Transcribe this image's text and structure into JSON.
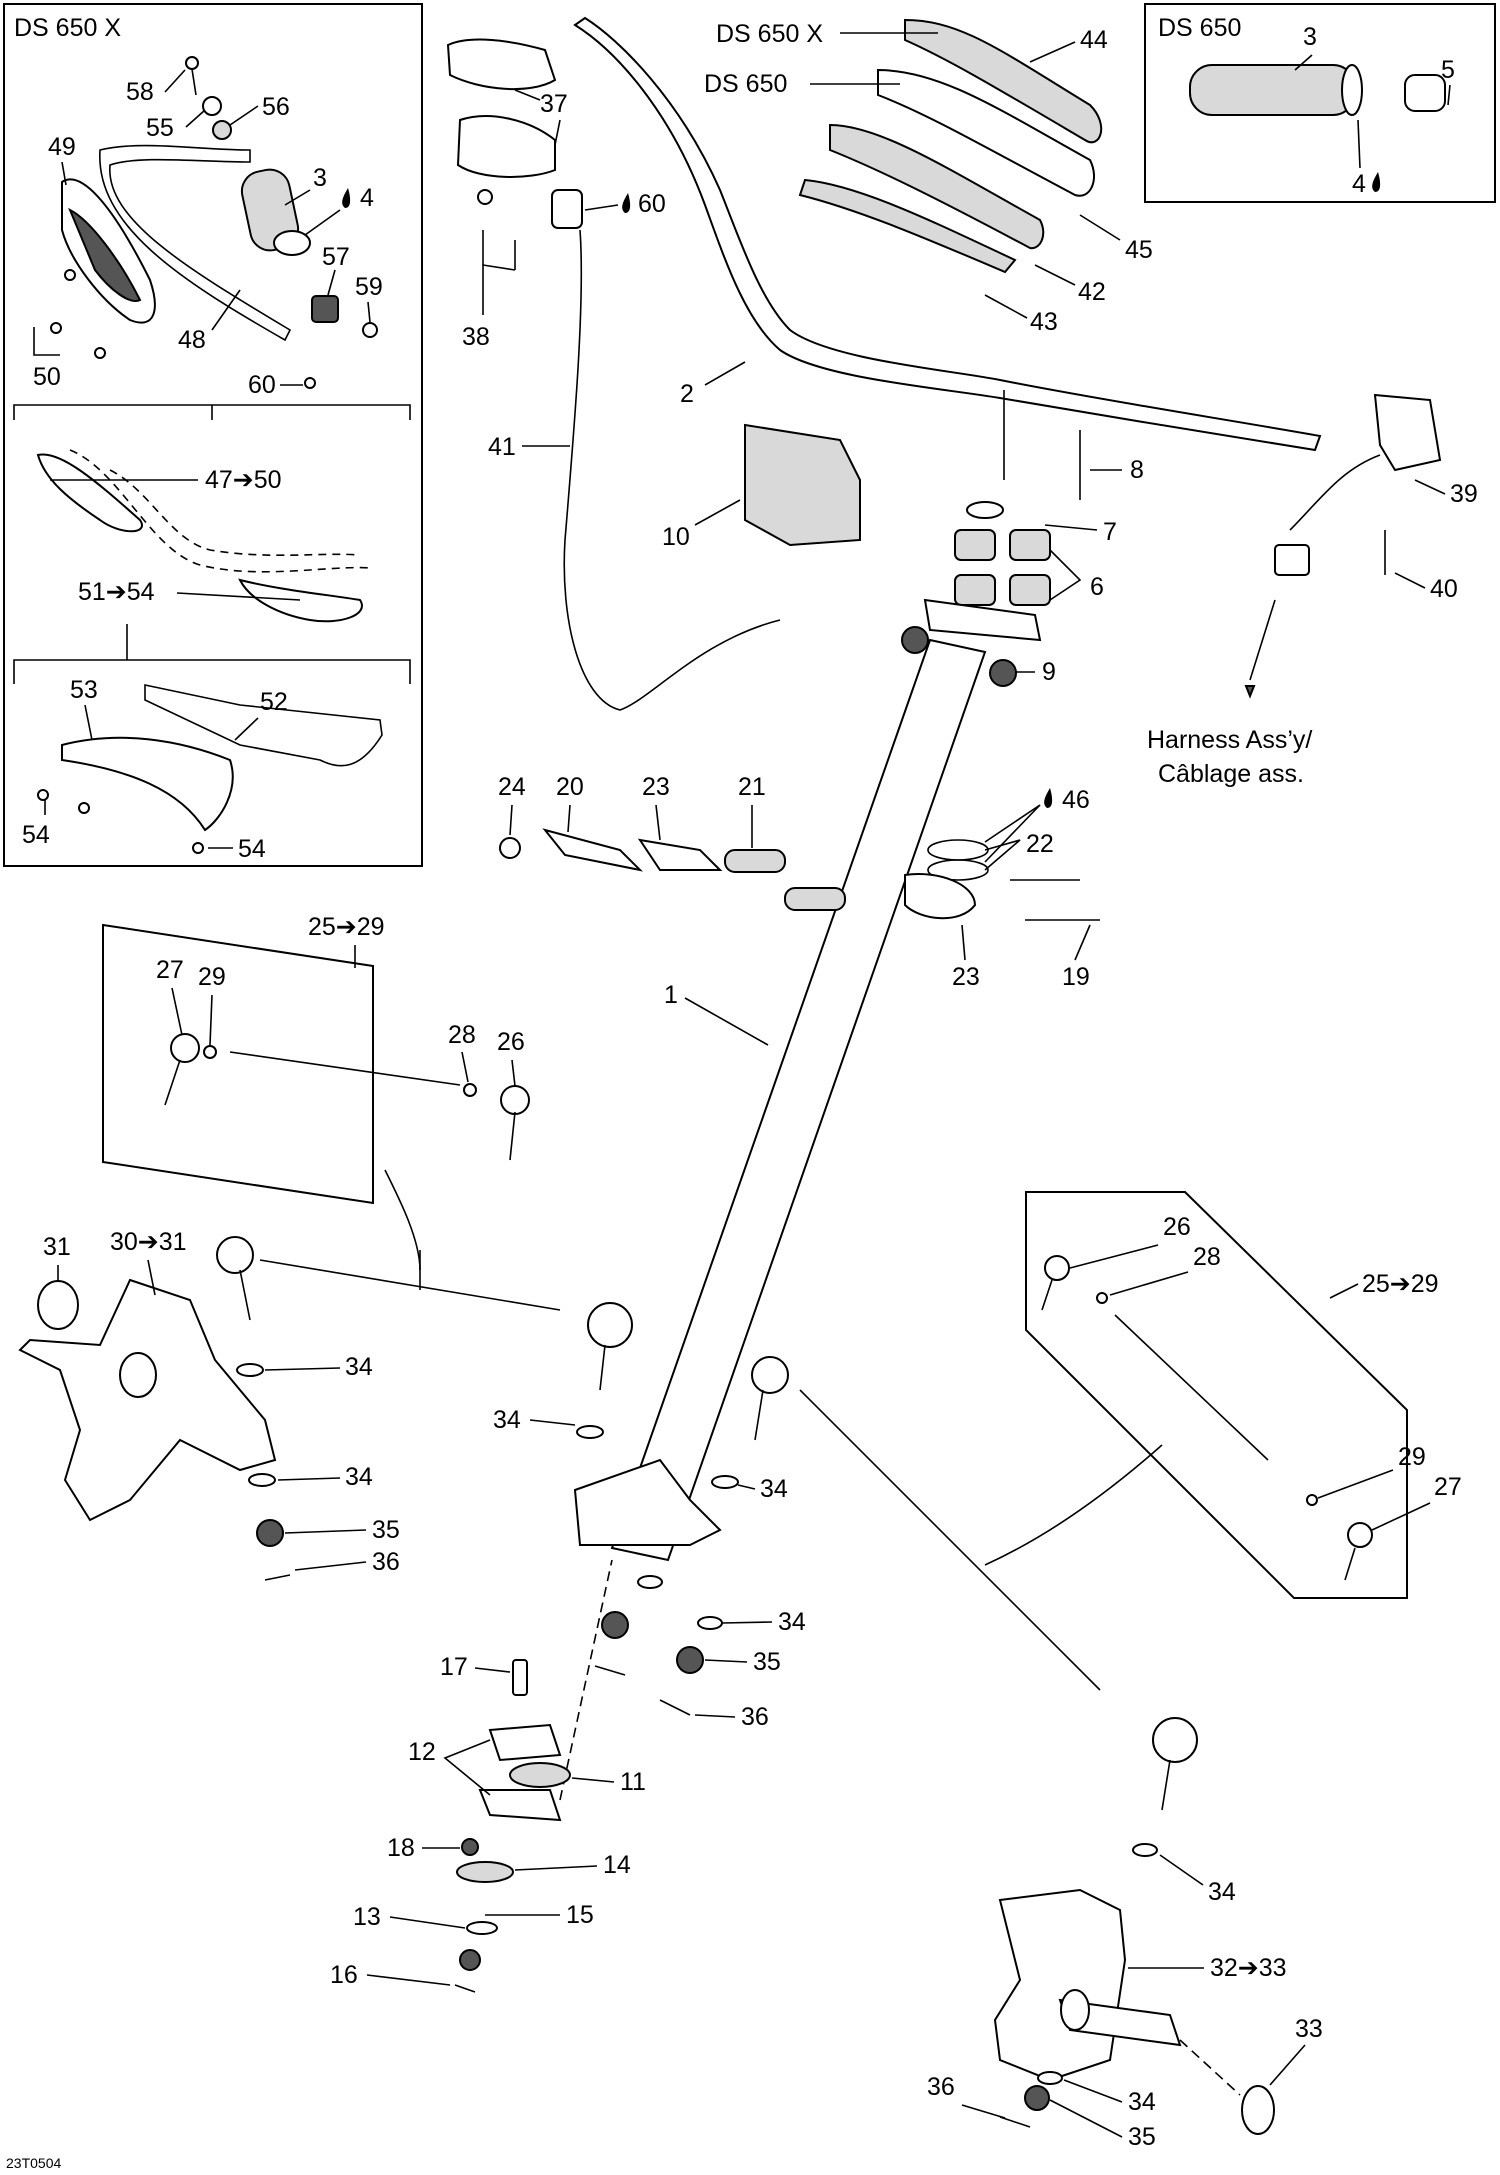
{
  "corner_code": "23T0504",
  "insets": {
    "handguard_title": "DS 650 X",
    "grip_title": "DS 650",
    "pad_x_label": "DS 650 X",
    "pad_label": "DS 650",
    "harness_line1": "Harness Ass’y/",
    "harness_line2": "Câblage ass."
  },
  "callouts": {
    "c58": "58",
    "c55": "55",
    "c56": "56",
    "c49": "49",
    "c3a": "3",
    "c4a": "4",
    "c57": "57",
    "c59": "59",
    "c50": "50",
    "c48": "48",
    "c60a": "60",
    "c47": "47➔50",
    "c51": "51➔54",
    "c53": "53",
    "c52": "52",
    "c54a": "54",
    "c54b": "54",
    "c37": "37",
    "c60b": "60",
    "c38": "38",
    "c41": "41",
    "c10": "10",
    "c44": "44",
    "c45": "45",
    "c42": "42",
    "c43": "43",
    "c2": "2",
    "c3b": "3",
    "c5": "5",
    "c4b": "4",
    "c8": "8",
    "c7": "7",
    "c6": "6",
    "c9": "9",
    "c39": "39",
    "c40": "40",
    "c24": "24",
    "c20": "20",
    "c23a": "23",
    "c21": "21",
    "c46": "46",
    "c22": "22",
    "c23b": "23",
    "c19": "19",
    "c1": "1",
    "c2529a": "25➔29",
    "c27a": "27",
    "c29a": "29",
    "c28a": "28",
    "c26a": "26",
    "c31": "31",
    "c3031": "30➔31",
    "c34a": "34",
    "c34b": "34",
    "c34c": "34",
    "c34d": "34",
    "c35a": "35",
    "c36a": "36",
    "c34e": "34",
    "c35b": "35",
    "c36b": "36",
    "c17": "17",
    "c12": "12",
    "c11": "11",
    "c18": "18",
    "c14": "14",
    "c13": "13",
    "c15": "15",
    "c16": "16",
    "c26b": "26",
    "c28b": "28",
    "c2529b": "25➔29",
    "c29b": "29",
    "c27b": "27",
    "c34f": "34",
    "c3233": "32➔33",
    "c33": "33",
    "c36c": "36",
    "c34g": "34",
    "c35c": "35"
  }
}
